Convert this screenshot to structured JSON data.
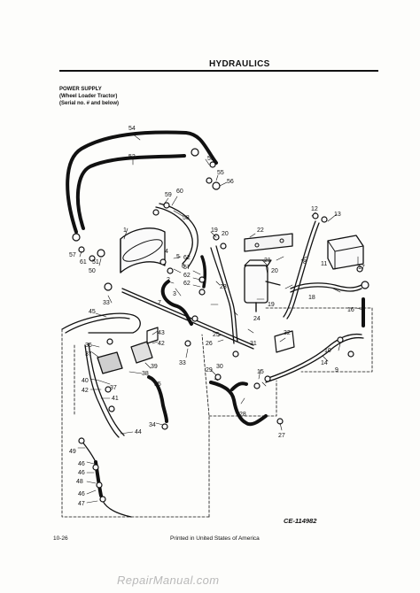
{
  "header": {
    "section_title": "HYDRAULICS",
    "caption_line1": "POWER SUPPLY",
    "caption_line2": "(Wheel Loader Tractor)",
    "caption_line3": "(Serial no. # and below)"
  },
  "figure_id": "CE-114982",
  "footer": {
    "page_number": "10-26",
    "printed": "Printed in United States of America",
    "watermark": "RepairManual.com"
  },
  "part_labels": [
    "1",
    "2",
    "3",
    "4",
    "5",
    "6",
    "7",
    "8",
    "9",
    "10",
    "11",
    "12",
    "13",
    "14",
    "15",
    "16",
    "17",
    "18",
    "19",
    "20",
    "21",
    "22",
    "23",
    "24",
    "25",
    "26",
    "27",
    "28",
    "29",
    "30",
    "31",
    "32",
    "33",
    "34",
    "35",
    "36",
    "37",
    "38",
    "39",
    "40",
    "41",
    "42",
    "43",
    "44",
    "45",
    "46",
    "47",
    "48",
    "49",
    "50",
    "51",
    "52",
    "53",
    "54",
    "55",
    "56",
    "57",
    "58",
    "59",
    "60",
    "61",
    "62"
  ]
}
